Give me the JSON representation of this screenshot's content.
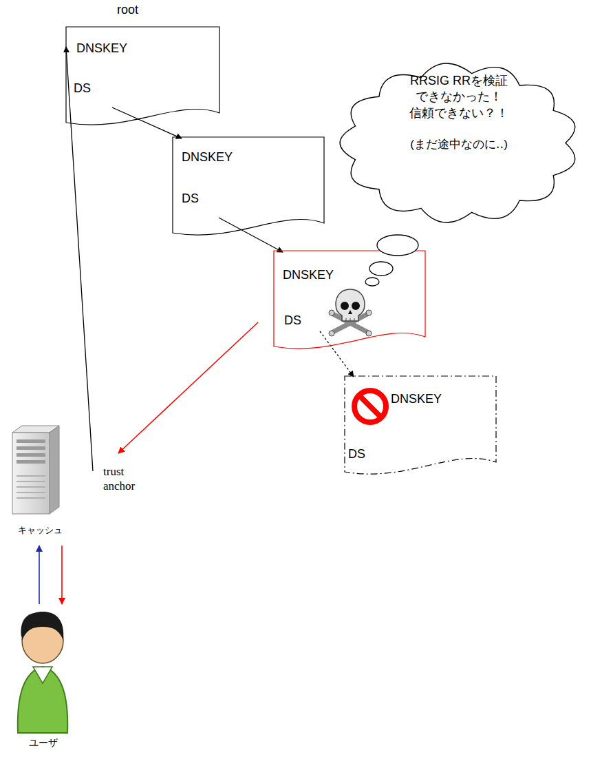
{
  "diagram": {
    "nodes": [
      {
        "text": [
          "root",
          "DNSKEY",
          "DS"
        ]
      },
      {
        "text": [
          "DNSKEY",
          "DS"
        ]
      },
      {
        "text": [
          "DNSKEY",
          "DS"
        ]
      },
      {
        "text": [
          "DNSKEY",
          "DS"
        ]
      },
      {
        "text": [
          "RRSIG RRを検証 できなかった！",
          "信頼できない？！",
          "(まだ途中なのに‥)"
        ]
      },
      {
        "text": [
          "キャッシュ"
        ]
      },
      {
        "text": [
          "ユーザ"
        ]
      }
    ],
    "edges": [
      {
        "from": 0,
        "to": 1,
        "arrow": "to"
      },
      {
        "from": 1,
        "to": 2,
        "arrow": "to"
      },
      {
        "from": 2,
        "to": 3,
        "arrow": "to"
      },
      {
        "from": 5,
        "to": 0,
        "arrow": "to"
      },
      {
        "from": 2,
        "to": 5,
        "arrow": "to"
      },
      {
        "from": 6,
        "to": 5,
        "arrow": "to"
      },
      {
        "from": 5,
        "to": 6,
        "arrow": "to"
      }
    ],
    "labels": [
      "trust anchor"
    ]
  }
}
